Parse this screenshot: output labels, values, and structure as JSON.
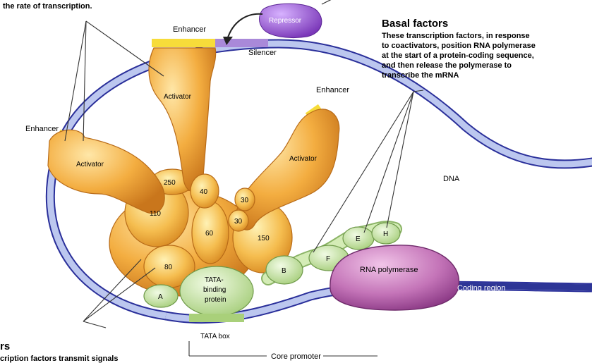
{
  "texts": {
    "top_caption": "the rate of transcription.",
    "basal_heading": "Basal factors",
    "basal_body": [
      "These transcription factors, in response",
      "to coactivators, position RNA polymerase",
      "at the start of a protein-coding sequence,",
      "and then release the polymerase to",
      "transcribe the mRNA"
    ],
    "coactivator_heading": "rs",
    "coactivator_body": "cription factors transmit signals"
  },
  "labels": {
    "enhancer_left": "Enhancer",
    "enhancer_top": "Enhancer",
    "enhancer_right": "Enhancer",
    "repressor": "Repressor",
    "silencer": "Silencer",
    "dna": "DNA",
    "coding_region": "Coding region",
    "tata_box": "TATA box",
    "core_promoter": "Core promoter",
    "rna_polymerase": "RNA polymerase",
    "tata_binding_protein": [
      "TATA-",
      "binding",
      "protein"
    ]
  },
  "activators": [
    "Activator",
    "Activator",
    "Activator"
  ],
  "subunits": {
    "s250": "250",
    "s110": "110",
    "s40": "40",
    "s30a": "30",
    "s30b": "30",
    "s60": "60",
    "s150": "150",
    "s80": "80"
  },
  "basal": {
    "a": "A",
    "b": "B",
    "f": "F",
    "e": "E",
    "h": "H"
  },
  "colors": {
    "dna_fill": "#b8c4ec",
    "dna_stroke": "#2a2f9a",
    "activator": "#f2a93c",
    "activator_light": "#ffd98a",
    "basal": "#c9e5a6",
    "polymerase": "#c070b4",
    "repressor": "#9b59c9",
    "coding": "#2d3596"
  }
}
